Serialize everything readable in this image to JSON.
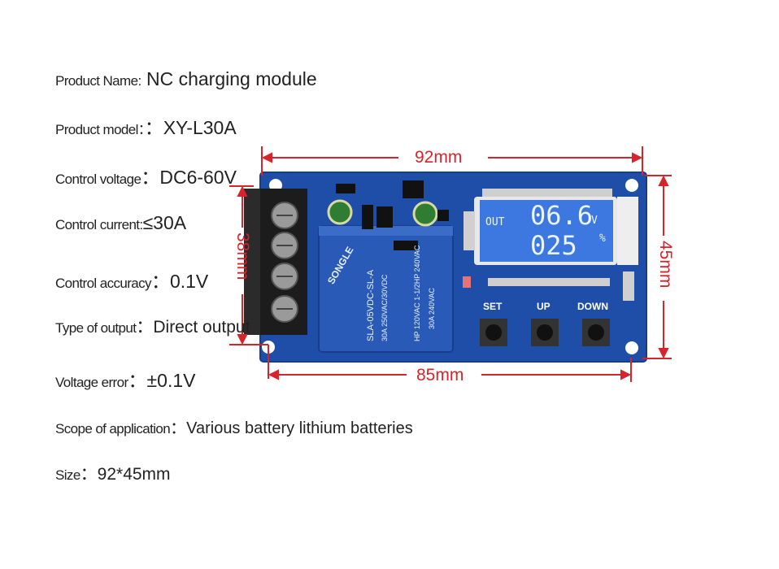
{
  "specs": [
    {
      "label": "Product Name:",
      "value": " NC charging module"
    },
    {
      "label": "Product model：",
      "value": "：XY-L30A"
    },
    {
      "label": "Control voltage",
      "value": "：DC6-60V"
    },
    {
      "label": "Control current:",
      "value": "≤30A"
    },
    {
      "label": "Control accuracy",
      "value": "：0.1V"
    },
    {
      "label": "Type of output",
      "value": "：Direct output"
    },
    {
      "label": "Voltage error",
      "value": "：±0.1V"
    },
    {
      "label": "Scope of application",
      "value": "：Various battery lithium batteries"
    },
    {
      "label": "Size",
      "value": "：92*45mm"
    }
  ],
  "dimensions": {
    "top": "92mm",
    "bottom": "85mm",
    "left": "38mm",
    "right": "45mm"
  },
  "lcd": {
    "mode": "OUT",
    "voltage": "06.6",
    "voltage_unit": "V",
    "percent": "025",
    "percent_unit": "%"
  },
  "buttons": {
    "set": "SET",
    "up": "UP",
    "down": "DOWN"
  },
  "relay": {
    "brand": "SONGLE",
    "model": "SLA-05VDC-SL-A",
    "rating1": "30A 250VAC/30VDC",
    "rating2": "HP 120VAC 1-1/2HP 240VAC",
    "rating3": "30A 240VAC"
  },
  "colors": {
    "board": "#1f4ea8",
    "dimension": "#d9232a",
    "lcd": "#3c78e0",
    "relay": "#2a5ab8"
  }
}
